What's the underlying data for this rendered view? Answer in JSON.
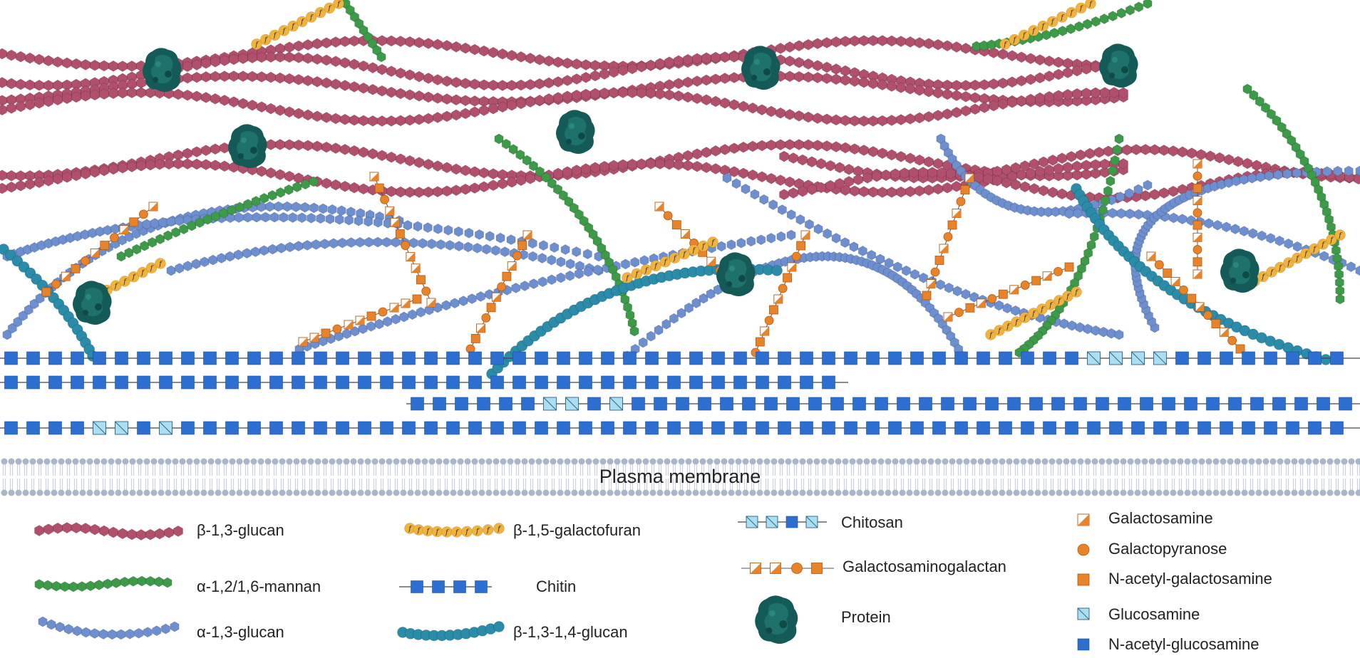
{
  "membrane_label": "Plasma membrane",
  "legend": {
    "b13glucan": "β-1,3-glucan",
    "mannan": "α-1,2/1,6-mannan",
    "a13glucan": "α-1,3-glucan",
    "galactofuran": "β-1,5-galactofuran",
    "chitin": "Chitin",
    "b1314glucan": "β-1,3-1,4-glucan",
    "chitosan": "Chitosan",
    "gag": "Galactosaminogalactan",
    "protein": "Protein",
    "galactosamine": "Galactosamine",
    "galactopyranose": "Galactopyranose",
    "nacgalactosamine": "N-acetyl-galactosamine",
    "glucosamine": "Glucosamine",
    "nacglucosamine": "N-acetyl-glucosamine"
  },
  "galf_letter": "f",
  "colors": {
    "b13glucan": "#b0506c",
    "mannan": "#3d9a48",
    "a13glucan": "#6d8fcf",
    "galactofuran": "#f2b33c",
    "chitin": "#2c6fd1",
    "b1314glucan": "#2a8ca8",
    "glucosamine": "#a9dff0",
    "galactosaminogalactan": "#e8832a",
    "protein": "#145a56",
    "membrane": "#a9b6c8"
  }
}
